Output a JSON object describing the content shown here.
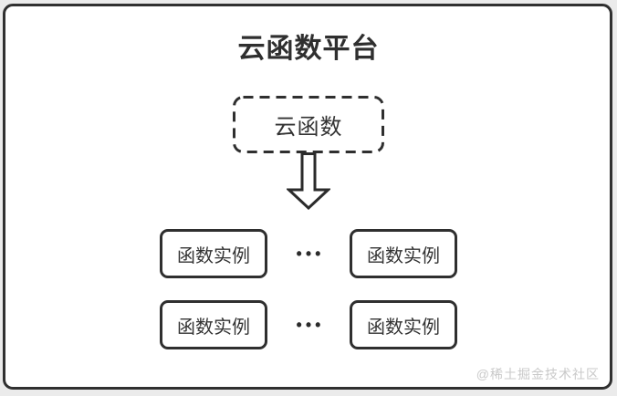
{
  "page": {
    "background_color": "#ebebeb",
    "surface_color": "#ffffff",
    "frame_border_color": "#303030",
    "watermark": "@稀土掘金技术社区",
    "watermark_color": "#c9c9c9"
  },
  "diagram": {
    "title": "云函数平台",
    "text_color": "#333333",
    "border_color": "#2f2f2f",
    "cloud_function": {
      "label": "云函数",
      "border_style": "dashed"
    },
    "arrow_icon": "arrow-down",
    "ellipsis": "•••",
    "instance_rows": [
      {
        "left_label": "函数实例",
        "right_label": "函数实例"
      },
      {
        "left_label": "函数实例",
        "right_label": "函数实例"
      }
    ]
  }
}
